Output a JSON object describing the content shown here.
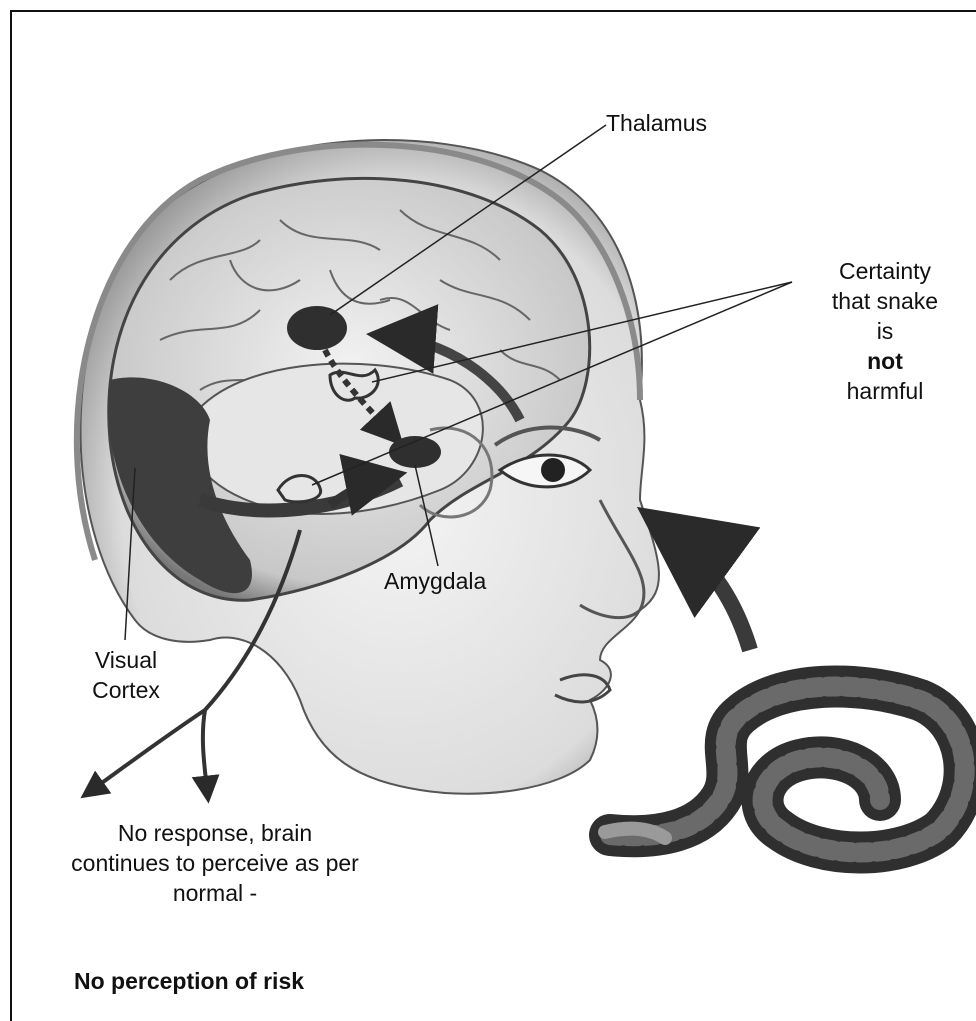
{
  "labels": {
    "thalamus": "Thalamus",
    "certainty": [
      "Certainty",
      "that snake",
      "is"
    ],
    "certainty_emphasis": "not",
    "certainty_end": "harmful",
    "amygdala": "Amygdala",
    "visual_cortex": [
      "Visual",
      "Cortex"
    ],
    "response": [
      "No response, brain",
      "continues to perceive as per",
      "normal -"
    ],
    "conclusion": "No perception of risk"
  },
  "colors": {
    "ink": "#111111",
    "shade_dark": "#3a3a3a",
    "shade_mid": "#7a7a7a",
    "shade_light": "#bdbdbd"
  }
}
